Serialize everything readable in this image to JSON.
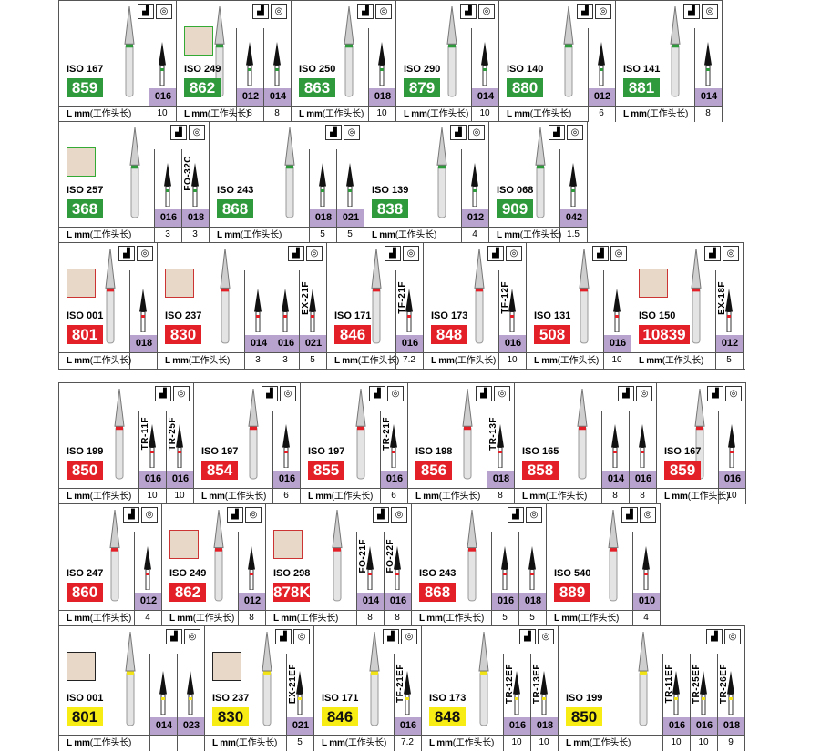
{
  "lmm_prefix": "L mm",
  "lmm_cn": "(工作头长)",
  "lmm_cn_spaced": " (工作头长)",
  "rows": [
    {
      "top": 0,
      "height": 133,
      "cells": [
        {
          "iso": "ISO 167",
          "code": "859",
          "color": "green",
          "sizes": [
            "016"
          ],
          "lens": [
            "10"
          ],
          "shank": "green",
          "photo": false,
          "refs": []
        },
        {
          "iso": "ISO 249",
          "code": "862",
          "color": "green",
          "sizes": [
            "012",
            "014"
          ],
          "lens": [
            "8",
            "8"
          ],
          "shank": "green",
          "photo": "green",
          "refs": []
        },
        {
          "iso": "ISO 250",
          "code": "863",
          "color": "green",
          "sizes": [
            "018"
          ],
          "lens": [
            "10"
          ],
          "shank": "green",
          "photo": false,
          "refs": []
        },
        {
          "iso": "ISO 290",
          "code": "879",
          "color": "green",
          "sizes": [
            "014"
          ],
          "lens": [
            "10"
          ],
          "shank": "green",
          "photo": false,
          "refs": []
        },
        {
          "iso": "ISO 140",
          "code": "880",
          "color": "green",
          "sizes": [
            "012"
          ],
          "lens": [
            "6"
          ],
          "shank": "green",
          "photo": false,
          "refs": []
        },
        {
          "iso": "ISO 141",
          "code": "881",
          "color": "green",
          "sizes": [
            "014"
          ],
          "lens": [
            "8"
          ],
          "shank": "green",
          "photo": false,
          "refs": []
        }
      ]
    },
    {
      "top": 0,
      "height": 133,
      "cells": [
        {
          "iso": "ISO 257",
          "code": "368",
          "color": "green",
          "sizes": [
            "016",
            "018"
          ],
          "lens": [
            "3",
            "3"
          ],
          "shank": "green",
          "photo": "green",
          "refs": [
            "FO-32C"
          ]
        },
        {
          "iso": "ISO 243",
          "code": "868",
          "color": "green",
          "sizes": [
            "018",
            "021"
          ],
          "lens": [
            "5",
            "5"
          ],
          "shank": "green",
          "photo": false,
          "refs": []
        },
        {
          "iso": "ISO 139",
          "code": "838",
          "color": "green",
          "sizes": [
            "012"
          ],
          "lens": [
            "4"
          ],
          "shank": "green",
          "photo": false,
          "refs": []
        },
        {
          "iso": "ISO 068",
          "code": "909",
          "color": "green",
          "sizes": [
            "042"
          ],
          "lens": [
            "1.5"
          ],
          "shank": "green",
          "photo": false,
          "refs": []
        }
      ]
    },
    {
      "top": 0,
      "height": 133,
      "cells": [
        {
          "iso": "ISO 001",
          "code": "801",
          "color": "red",
          "sizes": [
            "018"
          ],
          "lens": [
            ""
          ],
          "shank": "red",
          "photo": "red",
          "refs": []
        },
        {
          "iso": "ISO 237",
          "code": "830",
          "color": "red",
          "sizes": [
            "014",
            "016",
            "021"
          ],
          "lens": [
            "3",
            "3",
            "5"
          ],
          "shank": "red",
          "photo": "red",
          "refs": [
            "EX-21F"
          ]
        },
        {
          "iso": "ISO 171",
          "code": "846",
          "color": "red",
          "sizes": [
            "016"
          ],
          "lens": [
            "7.2"
          ],
          "shank": "red",
          "photo": false,
          "refs": [
            "TF-21F"
          ]
        },
        {
          "iso": "ISO 173",
          "code": "848",
          "color": "red",
          "sizes": [
            "016"
          ],
          "lens": [
            "10"
          ],
          "shank": "red",
          "photo": false,
          "refs": [
            "TF-12F"
          ]
        },
        {
          "iso": "ISO 131",
          "code": "508",
          "color": "red",
          "sizes": [
            "016"
          ],
          "lens": [
            "10"
          ],
          "shank": "red",
          "photo": false,
          "refs": []
        },
        {
          "iso": "ISO 150",
          "code": "10839",
          "color": "red",
          "sizes": [
            "012"
          ],
          "lens": [
            "5"
          ],
          "shank": "red",
          "photo": "red",
          "refs": [
            "EX-18F"
          ]
        }
      ]
    },
    {
      "top": 0,
      "height": 133,
      "cells": [
        {
          "iso": "ISO 199",
          "code": "850",
          "color": "red",
          "sizes": [
            "016",
            "016"
          ],
          "lens": [
            "10",
            "10"
          ],
          "shank": "red",
          "photo": false,
          "refs": [
            "TR-11F",
            "TR-25F"
          ]
        },
        {
          "iso": "ISO 197",
          "code": "854",
          "color": "red",
          "sizes": [
            "016"
          ],
          "lens": [
            "6"
          ],
          "shank": "red",
          "photo": false,
          "refs": []
        },
        {
          "iso": "ISO 197",
          "code": "855",
          "color": "red",
          "sizes": [
            "016"
          ],
          "lens": [
            "6"
          ],
          "shank": "red",
          "photo": false,
          "refs": [
            "TR-21F"
          ]
        },
        {
          "iso": "ISO 198",
          "code": "856",
          "color": "red",
          "sizes": [
            "018"
          ],
          "lens": [
            "8"
          ],
          "shank": "red",
          "photo": false,
          "refs": [
            "TR-13F"
          ]
        },
        {
          "iso": "ISO 165",
          "code": "858",
          "color": "red",
          "sizes": [
            "014",
            "016"
          ],
          "lens": [
            "8",
            "8"
          ],
          "shank": "red",
          "photo": false,
          "refs": []
        },
        {
          "iso": "ISO 167",
          "code": "859",
          "color": "red",
          "sizes": [
            "016"
          ],
          "lens": [
            "10"
          ],
          "shank": "red",
          "photo": false,
          "refs": []
        }
      ]
    },
    {
      "top": 0,
      "height": 133,
      "cells": [
        {
          "iso": "ISO 247",
          "code": "860",
          "color": "red",
          "sizes": [
            "012"
          ],
          "lens": [
            "4"
          ],
          "shank": "red",
          "photo": false,
          "refs": []
        },
        {
          "iso": "ISO 249",
          "code": "862",
          "color": "red",
          "sizes": [
            "012"
          ],
          "lens": [
            "8"
          ],
          "shank": "red",
          "photo": "red",
          "refs": []
        },
        {
          "iso": "ISO 298",
          "code": "878K",
          "color": "red",
          "sizes": [
            "014",
            "016"
          ],
          "lens": [
            "8",
            "8"
          ],
          "shank": "red",
          "photo": "red",
          "refs": [
            "FO-21F",
            "FO-22F"
          ]
        },
        {
          "iso": "ISO 243",
          "code": "868",
          "color": "red",
          "sizes": [
            "016",
            "018"
          ],
          "lens": [
            "5",
            "5"
          ],
          "shank": "red",
          "photo": false,
          "refs": []
        },
        {
          "iso": "ISO 540",
          "code": "889",
          "color": "red",
          "sizes": [
            "010"
          ],
          "lens": [
            "4"
          ],
          "shank": "red",
          "photo": false,
          "refs": []
        }
      ]
    },
    {
      "top": 0,
      "height": 133,
      "cells": [
        {
          "iso": "ISO 001",
          "code": "801",
          "color": "yellow",
          "sizes": [
            "014",
            "023"
          ],
          "lens": [
            "",
            ""
          ],
          "shank": "yellow",
          "photo": "blk",
          "refs": []
        },
        {
          "iso": "ISO 237",
          "code": "830",
          "color": "yellow",
          "sizes": [
            "021"
          ],
          "lens": [
            "5"
          ],
          "shank": "yellow",
          "photo": "blk",
          "refs": [
            "EX-21EF"
          ]
        },
        {
          "iso": "ISO 171",
          "code": "846",
          "color": "yellow",
          "sizes": [
            "016"
          ],
          "lens": [
            "7.2"
          ],
          "shank": "yellow",
          "photo": false,
          "refs": [
            "TF-21EF"
          ]
        },
        {
          "iso": "ISO 173",
          "code": "848",
          "color": "yellow",
          "sizes": [
            "016",
            "018"
          ],
          "lens": [
            "10",
            "10"
          ],
          "shank": "yellow",
          "photo": false,
          "refs": [
            "TR-12EF",
            "TR-13EF"
          ]
        },
        {
          "iso": "ISO 199",
          "code": "850",
          "color": "yellow",
          "sizes": [
            "016",
            "016",
            "018"
          ],
          "lens": [
            "10",
            "10",
            "9"
          ],
          "shank": "yellow",
          "photo": false,
          "refs": [
            "TR-11EF",
            "TR-25EF",
            "TR-26EF"
          ]
        }
      ]
    }
  ],
  "colors": {
    "green": "#2f9a3b",
    "red": "#e32027",
    "yellow": "#f7ec14",
    "purple": "#b8a3cf"
  }
}
